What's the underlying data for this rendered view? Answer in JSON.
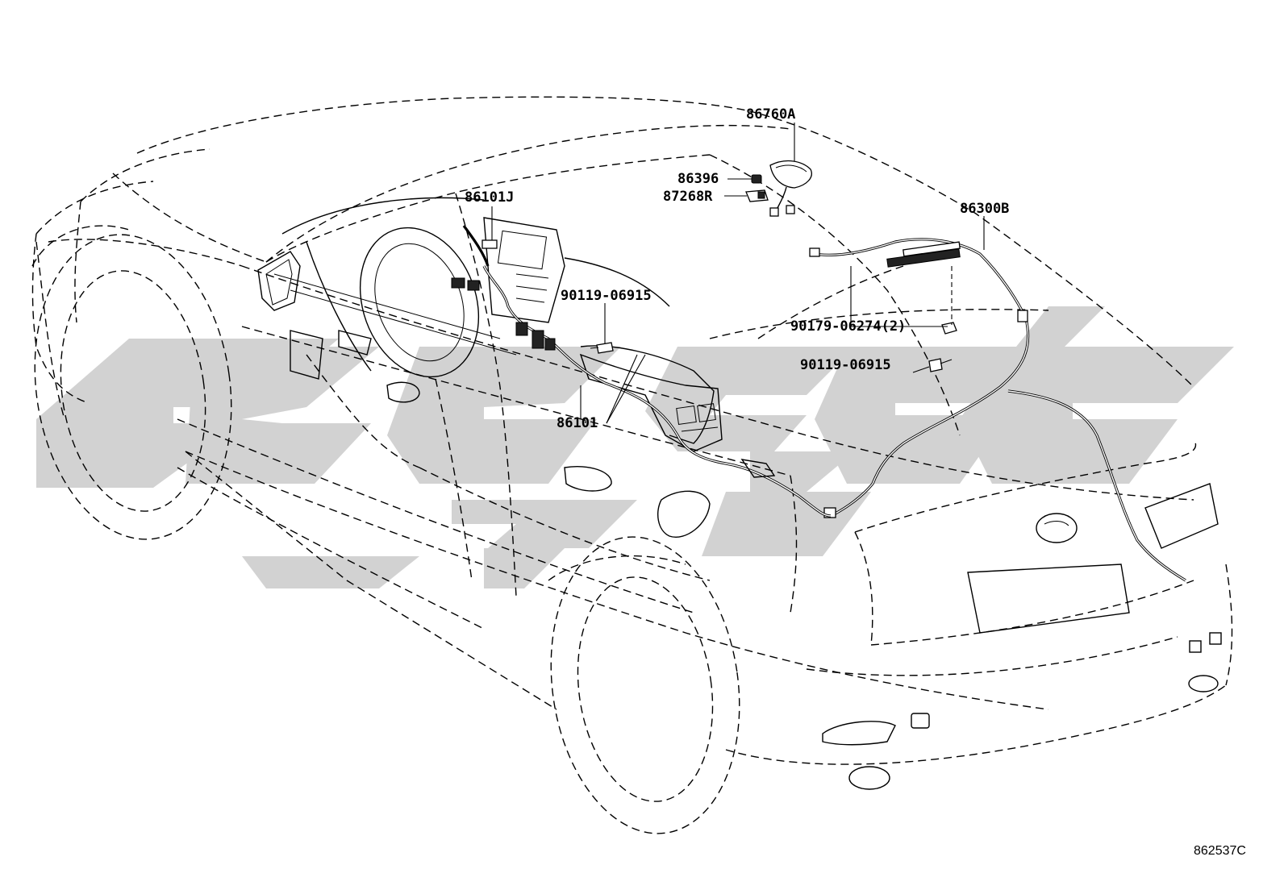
{
  "diagram": {
    "part_labels": {
      "antenna": "86760A",
      "gasket": "86396",
      "clamp": "87268R",
      "cord_front": "86101J",
      "cord_rear": "86300B",
      "screw_front": "90119-06915",
      "clip_rear": "90179-06274(2)",
      "screw_rear": "90119-06915",
      "cord_main": "86101"
    },
    "reference_code": "862537C",
    "watermark_colour": "#d2d2d2"
  }
}
